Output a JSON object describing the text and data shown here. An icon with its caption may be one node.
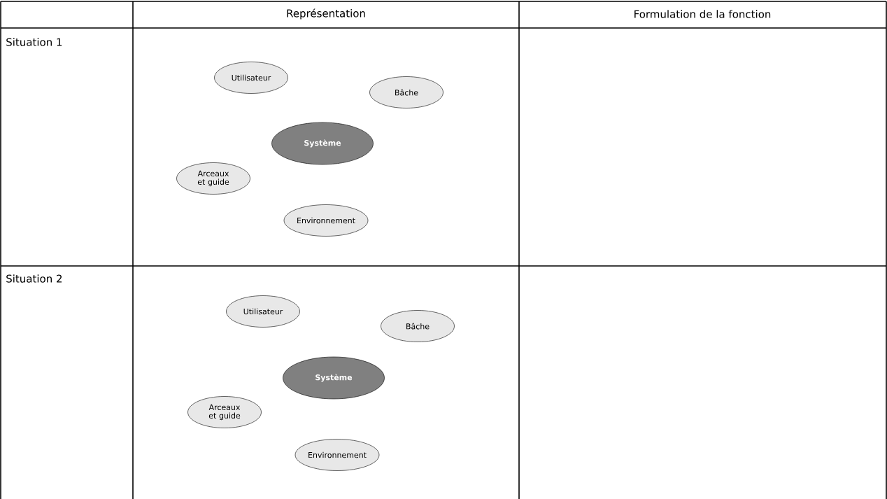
{
  "diagram": {
    "nodes": [
      {
        "text": [
          "Utilisateur"
        ]
      },
      {
        "text": [
          "Bâche"
        ]
      },
      {
        "text": [
          "Système"
        ]
      },
      {
        "text": [
          "Arceaux et guide"
        ]
      },
      {
        "text": [
          "Environnement"
        ]
      },
      {
        "text": [
          "Utilisateur"
        ]
      },
      {
        "text": [
          "Bâche"
        ]
      },
      {
        "text": [
          "Système"
        ]
      },
      {
        "text": [
          "Arceaux et guide"
        ]
      },
      {
        "text": [
          "Environnement"
        ]
      }
    ],
    "labels": [
      "Représentation",
      "Formulation de la fonction",
      "Situation 1",
      "Situation 2"
    ]
  }
}
